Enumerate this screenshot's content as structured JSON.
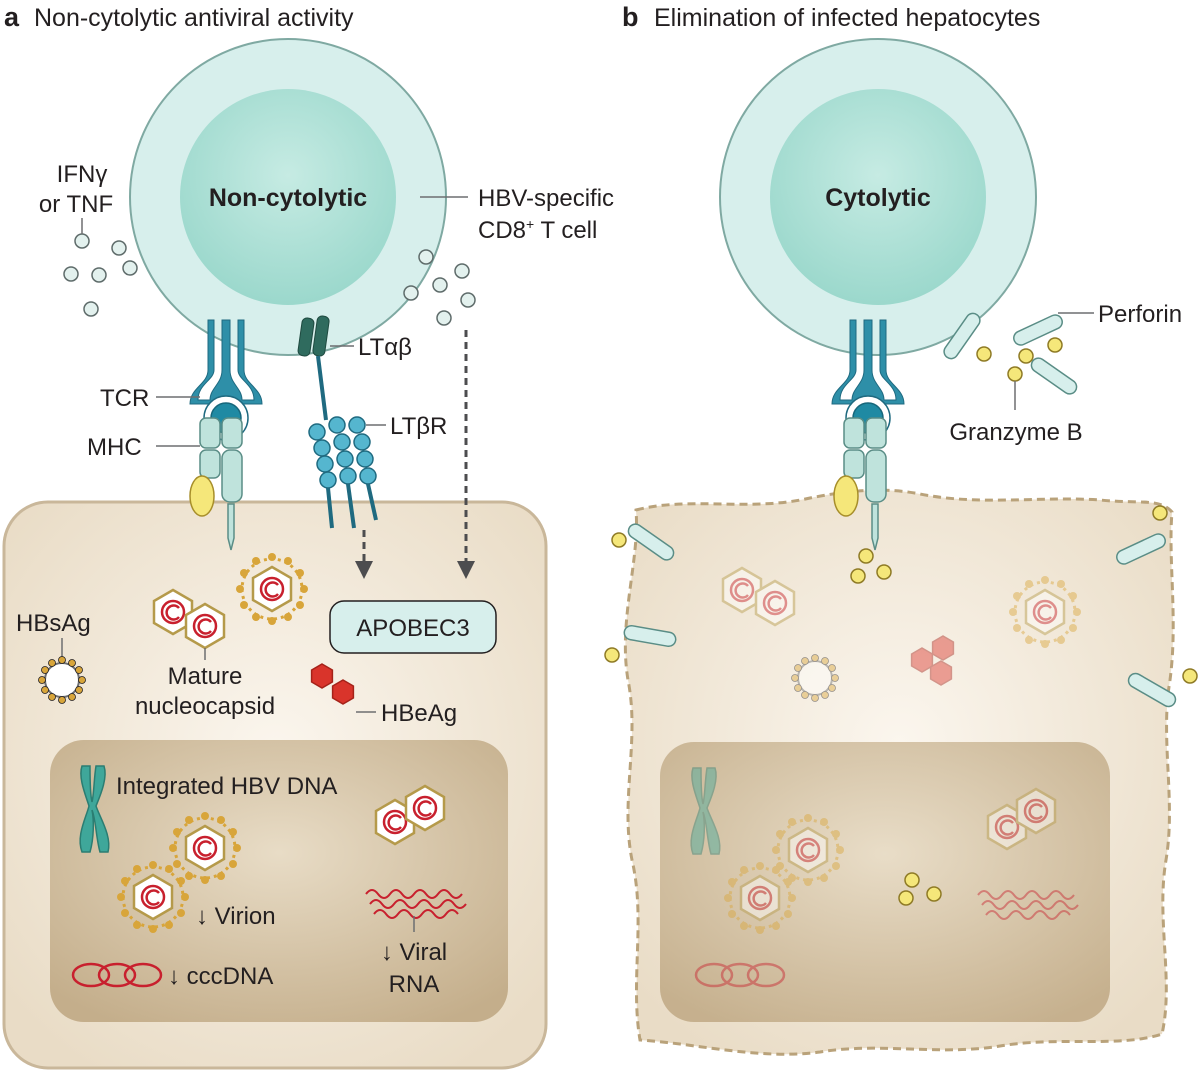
{
  "panel_a": {
    "letter": "a",
    "title": "Non-cytolytic antiviral activity",
    "cell_type": "Non-cytolytic",
    "labels": {
      "ifn_line1": "IFNγ",
      "ifn_line2": "or TNF",
      "tcell_line1": "HBV-specific",
      "tcell_line2_main": "CD8",
      "tcell_line2_sup": "+",
      "tcell_line2_rest": " T cell",
      "lt_ab": "LTαβ",
      "lt_br": "LTβR",
      "tcr": "TCR",
      "mhc": "MHC",
      "apobec": "APOBEC3",
      "hbsag": "HBsAg",
      "mature_line1": "Mature",
      "mature_line2": "nucleocapsid",
      "hbeag": "HBeAg",
      "integrated": "Integrated HBV DNA",
      "virion": "↓ Virion",
      "cccdna": "↓ cccDNA",
      "viral_rna_line1": "↓ Viral",
      "viral_rna_line2": "RNA"
    }
  },
  "panel_b": {
    "letter": "b",
    "title": "Elimination of infected hepatocytes",
    "cell_type": "Cytolytic",
    "labels": {
      "perforin": "Perforin",
      "granzyme": "Granzyme B"
    }
  },
  "colors": {
    "cell_outer": "#d7efec",
    "cell_inner": "#a5ddd3",
    "hepatocyte_fill": "#efe4d4",
    "hepatocyte_stroke": "#c9b79a",
    "nucleus_fill": "#cdb99a",
    "tcr_blue": "#2e8fa8",
    "mhc_green": "#bfe3dc",
    "granzyme_yellow": "#f5e77a",
    "lt_dark": "#2f6b5e",
    "dna_red": "#c8202e",
    "hbeag_red": "#d9342b",
    "virion_gold": "#d8a53a"
  }
}
